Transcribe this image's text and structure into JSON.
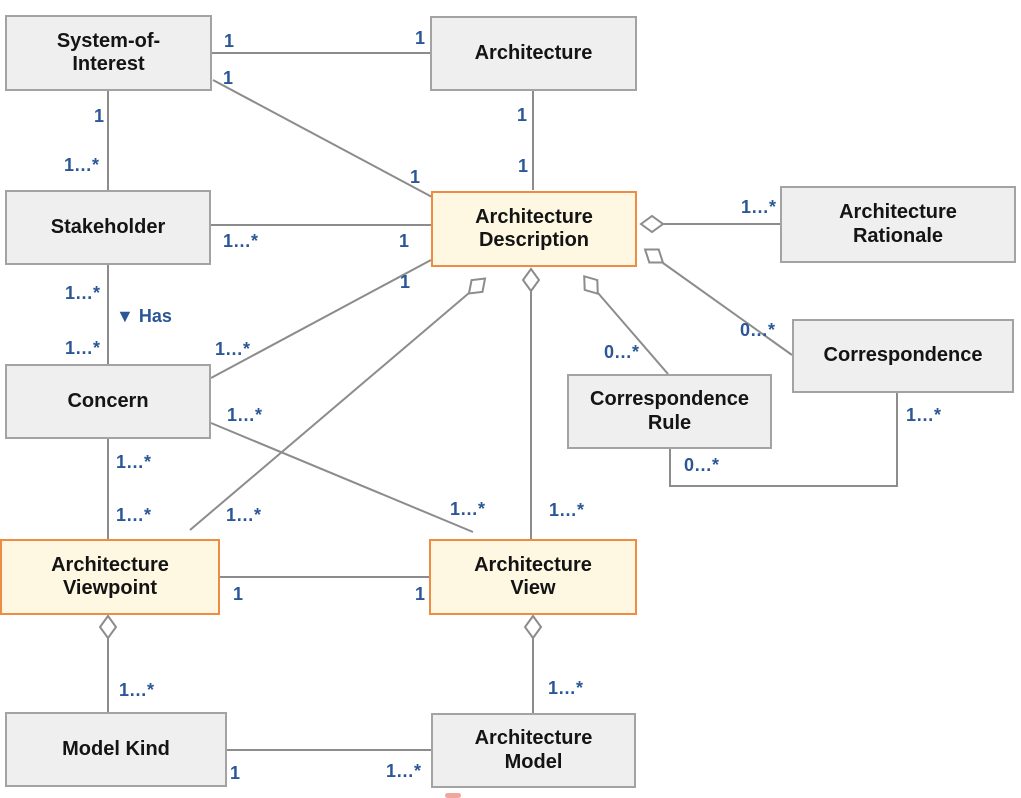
{
  "diagram": {
    "type": "uml-class-diagram",
    "colors": {
      "node_fill": "#EFEFEF",
      "node_border": "#A3A3A3",
      "highlight_fill": "#FEF8E3",
      "highlight_border": "#ED8C42",
      "connector": "#8C8C8C",
      "multiplicity_text": "#2B5797",
      "node_text": "#141414"
    },
    "nodes": [
      {
        "id": "system-of-interest",
        "label": "System-of-\nInterest",
        "highlighted": false
      },
      {
        "id": "architecture",
        "label": "Architecture",
        "highlighted": false
      },
      {
        "id": "stakeholder",
        "label": "Stakeholder",
        "highlighted": false
      },
      {
        "id": "architecture-description",
        "label": "Architecture\nDescription",
        "highlighted": true
      },
      {
        "id": "architecture-rationale",
        "label": "Architecture\nRationale",
        "highlighted": false
      },
      {
        "id": "concern",
        "label": "Concern",
        "highlighted": false
      },
      {
        "id": "correspondence",
        "label": "Correspondence",
        "highlighted": false
      },
      {
        "id": "correspondence-rule",
        "label": "Correspondence\nRule",
        "highlighted": false
      },
      {
        "id": "architecture-viewpoint",
        "label": "Architecture\nViewpoint",
        "highlighted": true
      },
      {
        "id": "architecture-view",
        "label": "Architecture\nView",
        "highlighted": true
      },
      {
        "id": "model-kind",
        "label": "Model Kind",
        "highlighted": false
      },
      {
        "id": "architecture-model",
        "label": "Architecture\nModel",
        "highlighted": false
      }
    ],
    "edges": [
      {
        "from": "system-of-interest",
        "to": "architecture",
        "type": "association",
        "source_label": "1",
        "target_label": "1"
      },
      {
        "from": "system-of-interest",
        "to": "stakeholder",
        "type": "association",
        "source_label": "1",
        "target_label": "1…*"
      },
      {
        "from": "system-of-interest",
        "to": "architecture-description",
        "type": "association",
        "source_label": "1",
        "target_label": "1"
      },
      {
        "from": "architecture",
        "to": "architecture-description",
        "type": "association",
        "source_label": "1",
        "target_label": "1"
      },
      {
        "from": "stakeholder",
        "to": "architecture-description",
        "type": "association",
        "source_label": "1…*",
        "target_label": "1"
      },
      {
        "from": "stakeholder",
        "to": "concern",
        "type": "association",
        "name": "▼ Has",
        "source_label": "1…*",
        "target_label": "1…*"
      },
      {
        "from": "concern",
        "to": "architecture-description",
        "type": "association",
        "source_label": "1…*",
        "target_label": "1"
      },
      {
        "from": "concern",
        "to": "architecture-view",
        "type": "association",
        "source_label": "1…*",
        "target_label": "1…*"
      },
      {
        "from": "concern",
        "to": "architecture-viewpoint",
        "type": "association",
        "source_label": "1…*",
        "target_label": "1…*"
      },
      {
        "from": "architecture-description",
        "to": "architecture-viewpoint",
        "type": "aggregation",
        "target_label": "1…*"
      },
      {
        "from": "architecture-description",
        "to": "architecture-view",
        "type": "aggregation",
        "target_label": "1…*"
      },
      {
        "from": "architecture-description",
        "to": "correspondence-rule",
        "type": "aggregation",
        "target_label": "0…*"
      },
      {
        "from": "architecture-description",
        "to": "architecture-rationale",
        "type": "aggregation",
        "target_label": "1…*"
      },
      {
        "from": "architecture-description",
        "to": "correspondence",
        "type": "aggregation",
        "target_label": "0…*"
      },
      {
        "from": "correspondence",
        "to": "correspondence-rule",
        "type": "association",
        "source_label": "1…*",
        "target_label": "0…*"
      },
      {
        "from": "architecture-viewpoint",
        "to": "architecture-view",
        "type": "association",
        "source_label": "1",
        "target_label": "1"
      },
      {
        "from": "architecture-viewpoint",
        "to": "model-kind",
        "type": "aggregation",
        "target_label": "1…*"
      },
      {
        "from": "architecture-view",
        "to": "architecture-model",
        "type": "aggregation",
        "target_label": "1…*"
      },
      {
        "from": "model-kind",
        "to": "architecture-model",
        "type": "association",
        "source_label": "1",
        "target_label": "1…*"
      }
    ]
  }
}
